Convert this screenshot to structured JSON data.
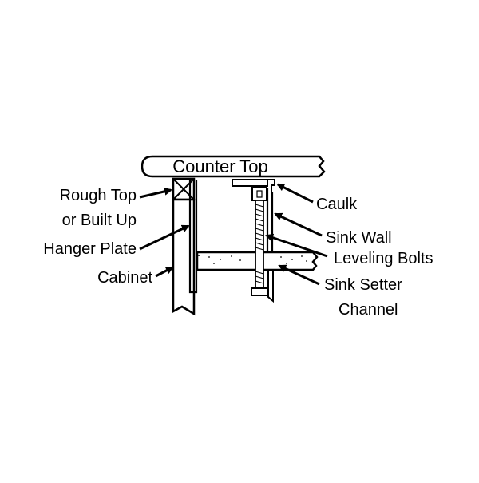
{
  "diagram": {
    "labels": {
      "counter_top": "Counter Top",
      "rough_top_1": "Rough Top",
      "rough_top_2": "or Built Up",
      "hanger_plate": "Hanger Plate",
      "cabinet": "Cabinet",
      "caulk": "Caulk",
      "sink_wall": "Sink Wall",
      "leveling_bolts": "Leveling Bolts",
      "sink_setter_1": "Sink Setter",
      "sink_setter_2": "Channel"
    },
    "colors": {
      "stroke": "#000000",
      "background": "#ffffff"
    }
  }
}
